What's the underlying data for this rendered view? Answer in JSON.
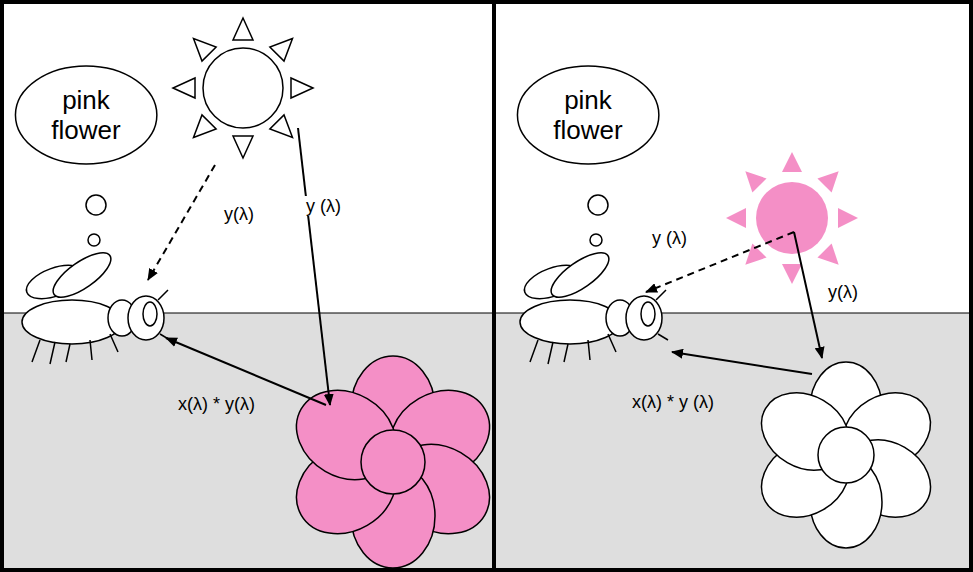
{
  "diagram": {
    "nodes": [
      {
        "text": [
          "pink flower"
        ]
      },
      {
        "text": [
          "pink flower"
        ]
      }
    ],
    "labels": [
      "y(λ)",
      "y (λ)",
      "x(λ) * y(λ)",
      "y (λ)",
      "y(λ)",
      "x(λ) * y (λ)"
    ]
  }
}
